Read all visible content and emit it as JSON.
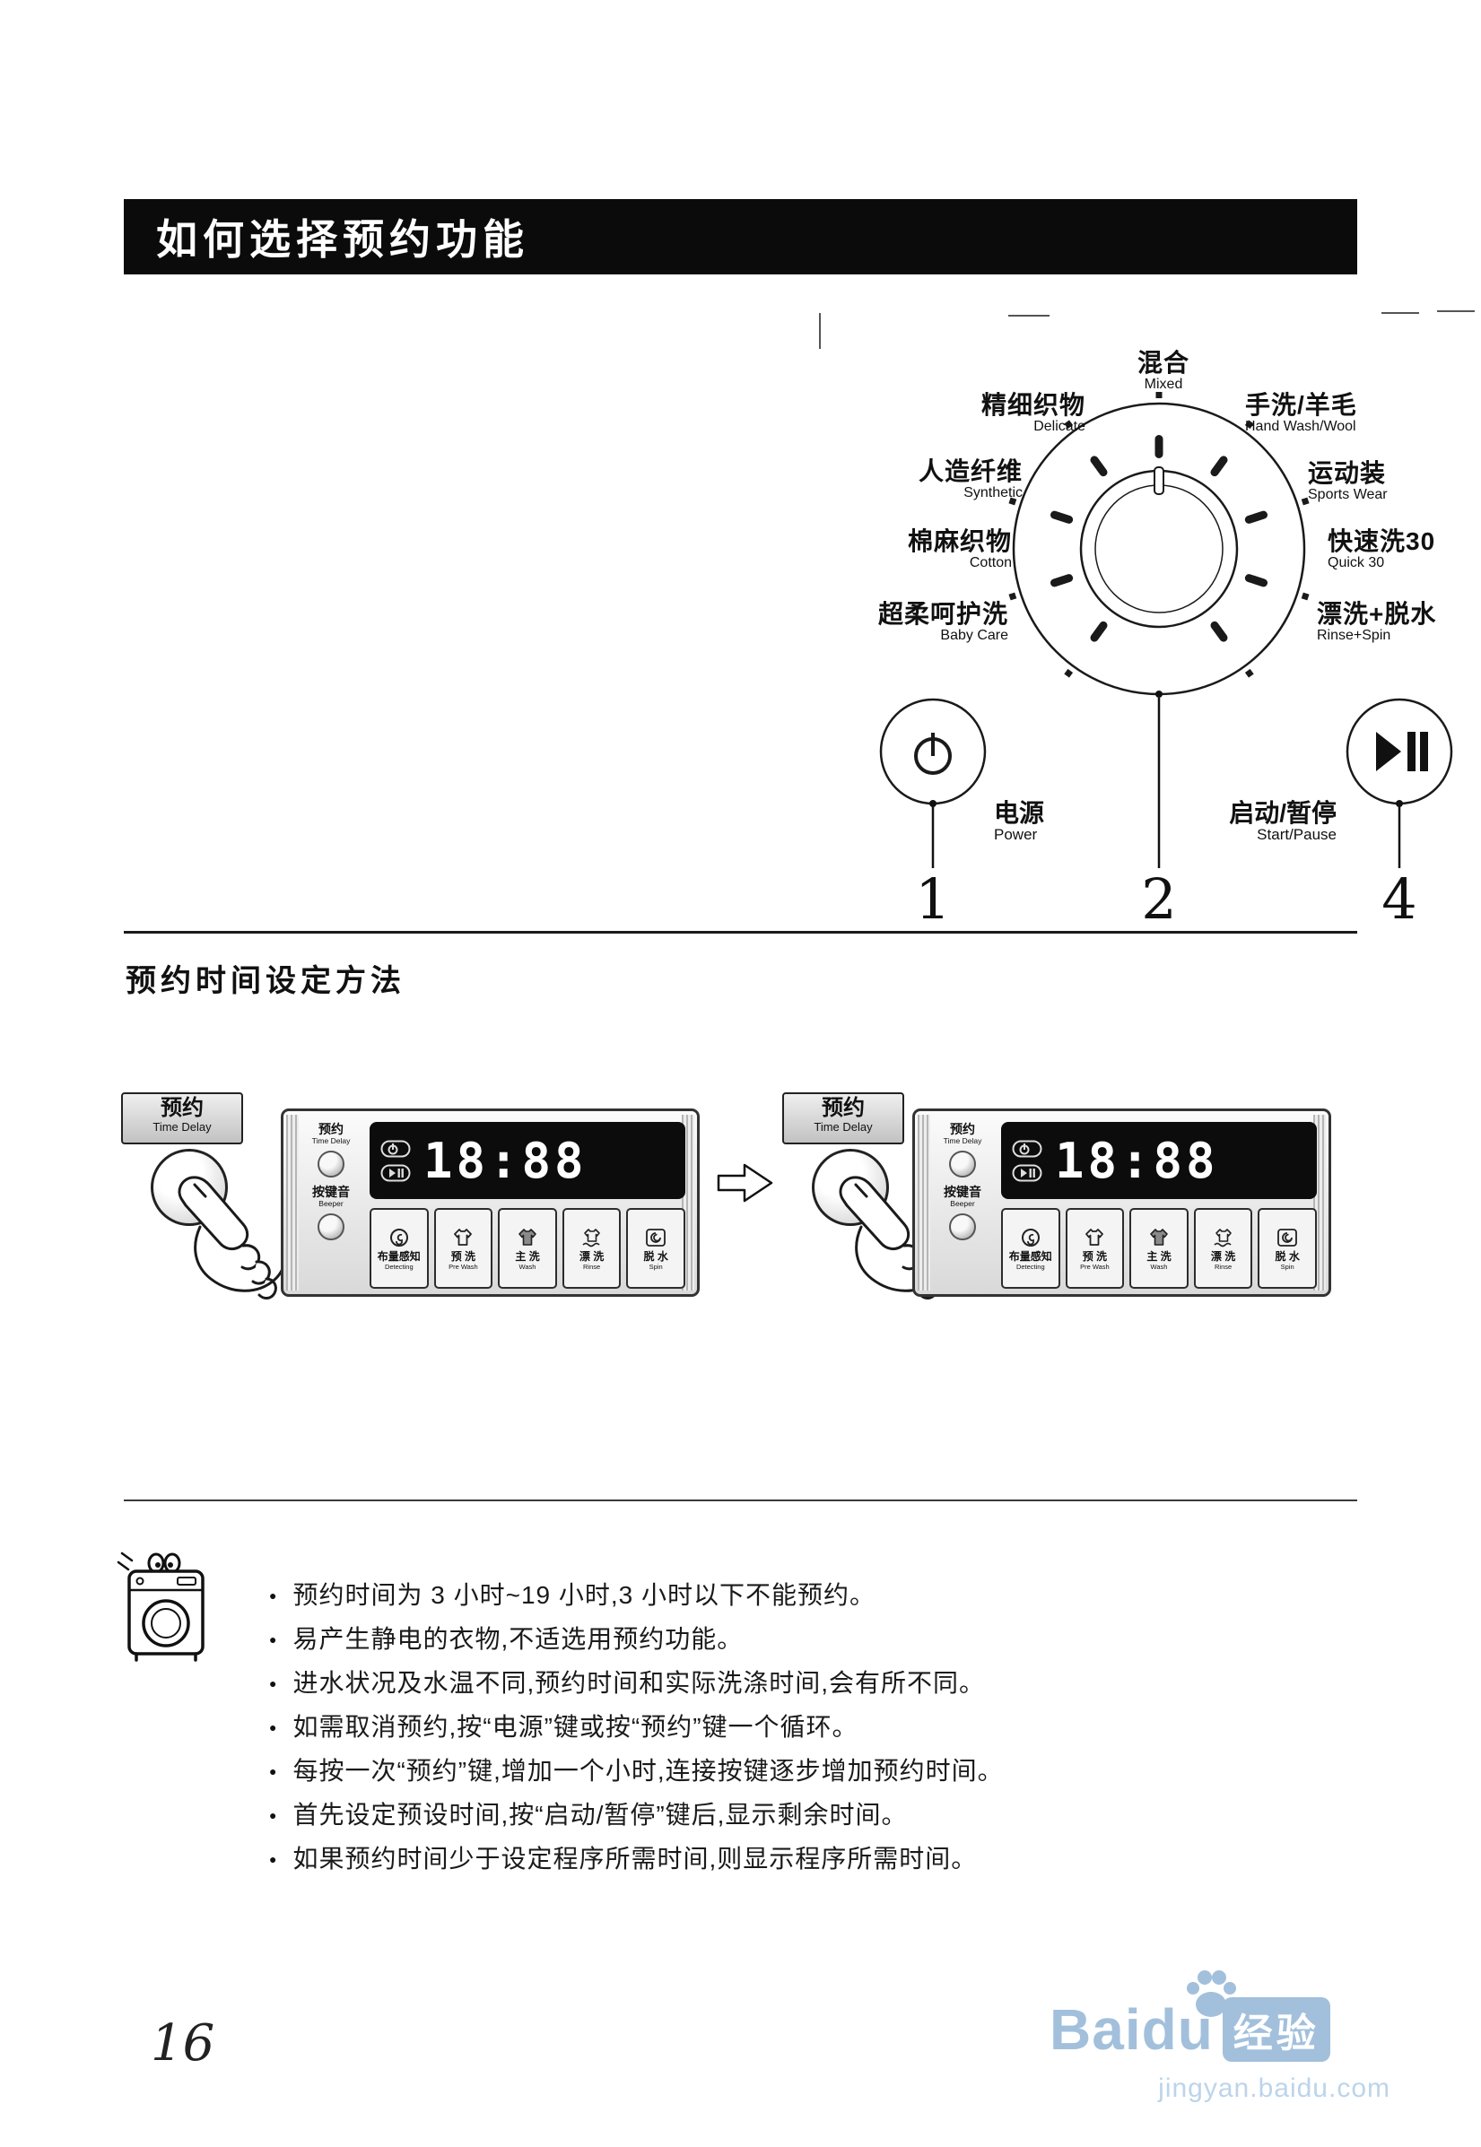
{
  "header": {
    "title": "如何选择预约功能"
  },
  "diagram": {
    "programs": [
      {
        "cn": "混合",
        "en": "Mixed"
      },
      {
        "cn": "手洗/羊毛",
        "en": "Hand Wash/Wool"
      },
      {
        "cn": "运动装",
        "en": "Sports Wear"
      },
      {
        "cn": "快速洗30",
        "en": "Quick 30"
      },
      {
        "cn": "漂洗+脱水",
        "en": "Rinse+Spin"
      },
      {
        "cn": "精细织物",
        "en": "Delicate"
      },
      {
        "cn": "人造纤维",
        "en": "Synthetic"
      },
      {
        "cn": "棉麻织物",
        "en": "Cotton"
      },
      {
        "cn": "超柔呵护洗",
        "en": "Baby Care"
      }
    ],
    "power_button": {
      "cn": "电源",
      "en": "Power"
    },
    "start_button": {
      "cn": "启动/暂停",
      "en": "Start/Pause"
    },
    "callouts": [
      "1",
      "2",
      "4"
    ]
  },
  "section": {
    "title": "预约时间设定方法"
  },
  "panel": {
    "time_delay_cn": "预约",
    "time_delay_en": "Time Delay",
    "beeper_cn": "按键音",
    "beeper_en": "Beeper",
    "display_value": "18:88",
    "program_buttons": [
      {
        "cn": "布量感知",
        "en": "Detecting"
      },
      {
        "cn": "预 洗",
        "en": "Pre Wash"
      },
      {
        "cn": "主 洗",
        "en": "Wash"
      },
      {
        "cn": "漂 洗",
        "en": "Rinse"
      },
      {
        "cn": "脱 水",
        "en": "Spin"
      }
    ]
  },
  "notes": [
    "预约时间为 3 小时~19 小时,3 小时以下不能预约。",
    "易产生静电的衣物,不适选用预约功能。",
    "进水状况及水温不同,预约时间和实际洗涤时间,会有所不同。",
    "如需取消预约,按“电源”键或按“预约”键一个循环。",
    "每按一次“预约”键,增加一个小时,连接按键逐步增加预约时间。",
    "首先设定预设时间,按“启动/暂停”键后,显示剩余时间。",
    "如果预约时间少于设定程序所需时间,则显示程序所需时间。"
  ],
  "footer": {
    "page_number": "16"
  },
  "watermark": {
    "brand": "Baidu",
    "badge": "经验",
    "url": "jingyan.baidu.com"
  }
}
